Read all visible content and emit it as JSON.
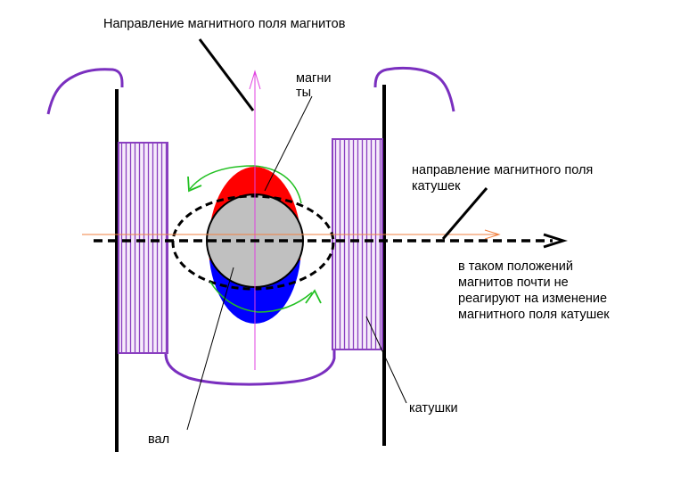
{
  "labels": {
    "magnet_field_direction": "Направление магнитного поля магнитов",
    "magnets_line1": "магни",
    "magnets_line2": "ты",
    "coil_field_line1": "направление магнитного поля",
    "coil_field_line2": "катушек",
    "note_line1": "в таком положений",
    "note_line2": "магнитов почти не",
    "note_line3": "реагируют на изменение",
    "note_line4": "магнитного поля катушек",
    "coils": "катушки",
    "shaft": "вал"
  },
  "colors": {
    "coil_wire": "#7a2fbf",
    "coil_winding": "#8a3fc0",
    "magnet_north": "#ff0000",
    "magnet_south": "#0000ff",
    "shaft": "#c0c0c0",
    "magnet_axis": "#e040e0",
    "coil_axis": "#f08040",
    "rotation_arrow": "#22c022",
    "frame": "#000000"
  }
}
